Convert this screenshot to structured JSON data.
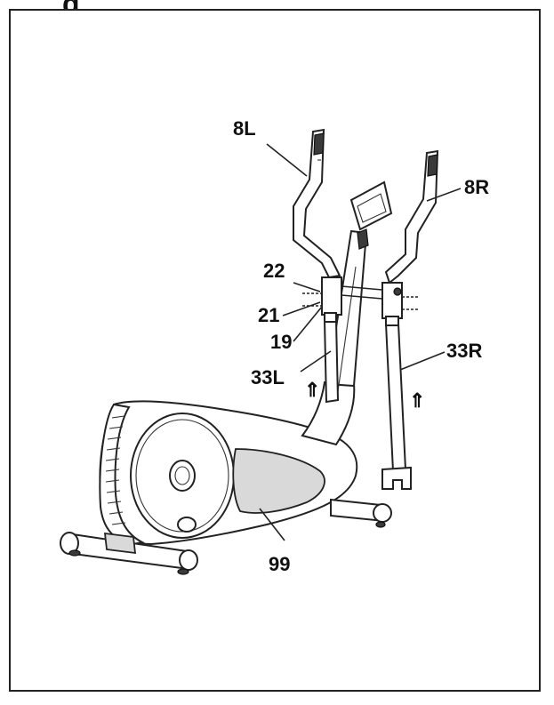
{
  "header": {
    "text": "g"
  },
  "callouts": {
    "handlebar_left": "8L",
    "handlebar_right": "8R",
    "part_22": "22",
    "part_21": "21",
    "part_19": "19",
    "lower_arm_left": "33L",
    "lower_arm_right": "33R",
    "main_frame": "99"
  },
  "arrow_glyph": "⇑",
  "colors": {
    "line": "#222222",
    "shade": "#d9d9d9",
    "dark": "#3a3a3a"
  }
}
